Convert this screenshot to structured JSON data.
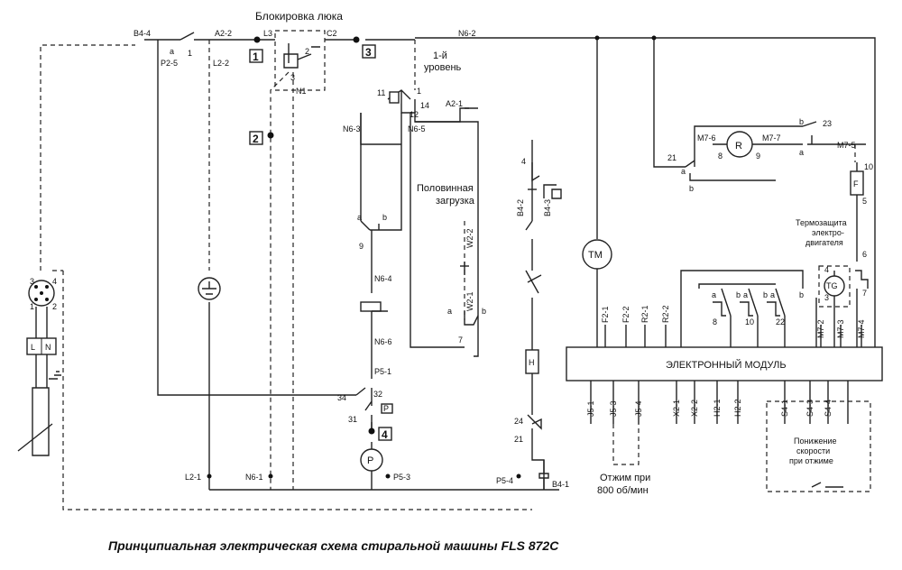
{
  "title": "Блокировка люка",
  "caption": "Принципиальная электрическая схема стиральной машины FLS 872C",
  "module": "ЭЛЕКТРОННЫЙ МОДУЛЬ",
  "notes": {
    "level1_a": "1-й",
    "level1_b": "уровень",
    "half_a": "Половинная",
    "half_b": "загрузка",
    "thermo_a": "Термозащита",
    "thermo_b": "электро-",
    "thermo_c": "двигателя",
    "spin_a": "Отжим при",
    "spin_b": "800 об/мин",
    "slow_a": "Понижение",
    "slow_b": "скорости",
    "slow_c": "при отжиме"
  },
  "components": {
    "motor": "R",
    "tacho": "TG",
    "timer_motor": "TM",
    "pump": "P",
    "fuse": "F"
  },
  "boxed_numbers": [
    "1",
    "2",
    "3",
    "4"
  ],
  "plug": {
    "L": "L",
    "N": "N",
    "pins": [
      "1",
      "2",
      "3",
      "4"
    ]
  },
  "labels": {
    "b4_4": "B4-4",
    "a2_2": "A2-2",
    "l3": "L3",
    "c2": "C2",
    "n6_2": "N6-2",
    "p2_5": "P2-5",
    "l2_2": "L2-2",
    "n1": "N1",
    "n6_3": "N6-3",
    "n6_5": "N6-5",
    "a2_1": "A2-1",
    "n6_4": "N6-4",
    "n6_6": "N6-6",
    "p5_1": "P5-1",
    "w2_2": "W2-2",
    "w2_1": "W2-1",
    "b4_2": "B4-2",
    "b4_3": "B4-3",
    "m7_6": "M7-6",
    "m7_7": "M7-7",
    "m7_5": "M7-5",
    "m7_2": "M7-2",
    "m7_3": "M7-3",
    "m7_4": "M7-4",
    "f2_1": "F2-1",
    "f2_2": "F2-2",
    "r2_1": "R2-1",
    "r2_2": "R2-2",
    "j5_1": "J5-1",
    "j5_3": "J5-3",
    "j5_4": "J5-4",
    "x2_1": "X2-1",
    "x2_2": "X2-2",
    "h2_1": "H2-1",
    "h2_2": "H2-2",
    "s4_1": "S4-1",
    "s4_3": "S4-3",
    "s4_4": "S4-4",
    "l2_1": "L2-1",
    "n6_1": "N6-1",
    "p5_3": "P5-3",
    "p5_4": "P5-4",
    "b4_1": "B4-1",
    "t1": "1",
    "t2": "2",
    "t3": "3",
    "t4": "4",
    "t5": "5",
    "t6": "6",
    "t7": "7",
    "t8": "8",
    "t9": "9",
    "t10": "10",
    "t11": "11",
    "t12": "12",
    "t14": "14",
    "t21": "21",
    "t22": "22",
    "t23": "23",
    "t24": "24",
    "t31": "31",
    "t32": "32",
    "t34": "34",
    "a": "a",
    "b": "b",
    "h": "H"
  }
}
